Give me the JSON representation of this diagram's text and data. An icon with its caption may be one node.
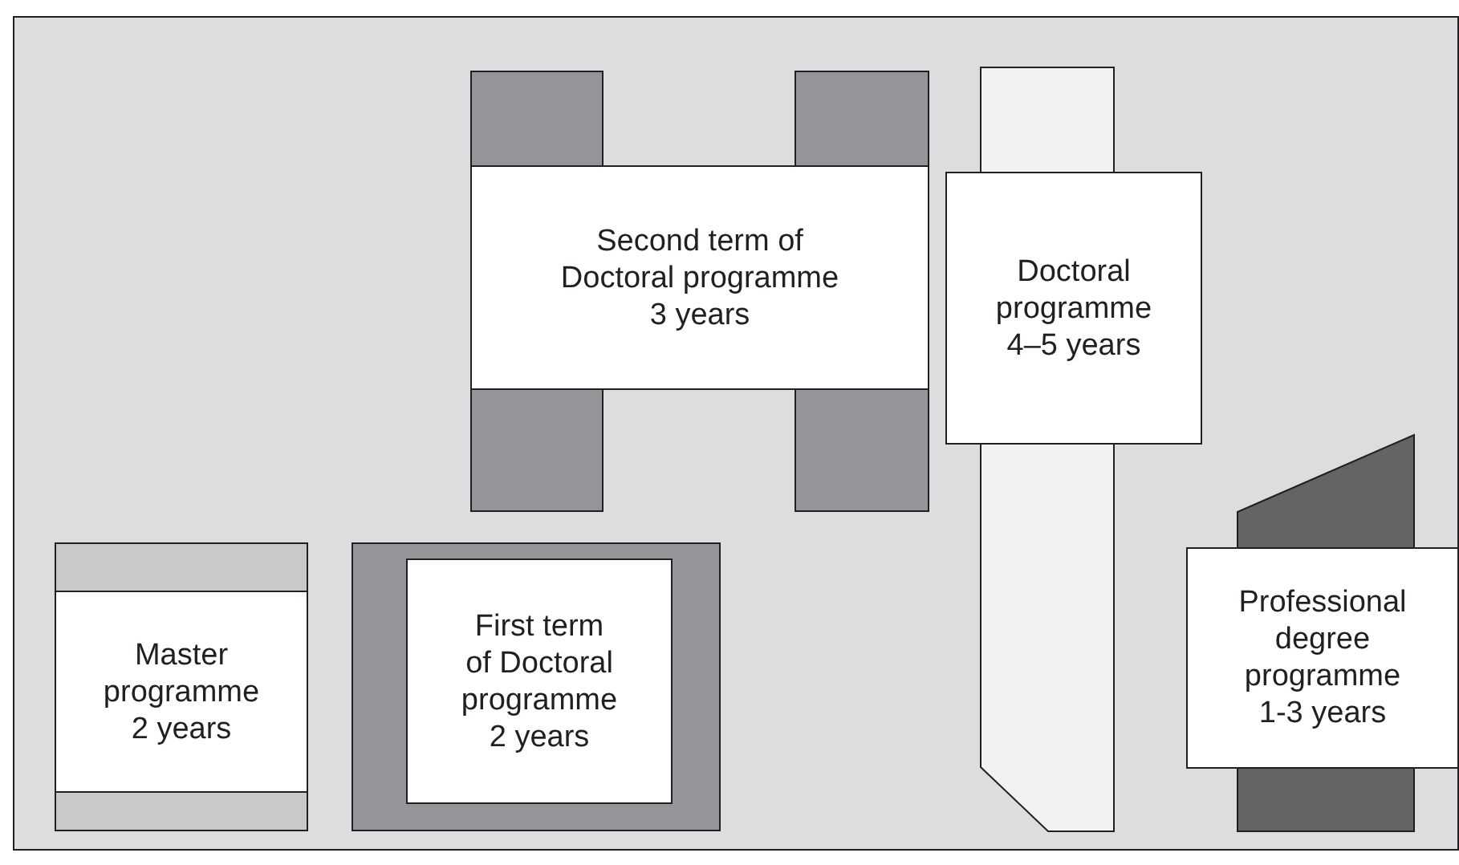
{
  "diagram": {
    "nodes": [
      {
        "text": [
          "Second term of Doctoral programme",
          "3 years"
        ]
      },
      {
        "text": [
          "Doctoral programme",
          "4–5 years"
        ]
      },
      {
        "text": [
          "Master programme",
          "2 years"
        ]
      },
      {
        "text": [
          "First term of Doctoral programme",
          "2 years"
        ]
      },
      {
        "text": [
          "Professional degree programme",
          "1-3 years"
        ]
      }
    ]
  }
}
